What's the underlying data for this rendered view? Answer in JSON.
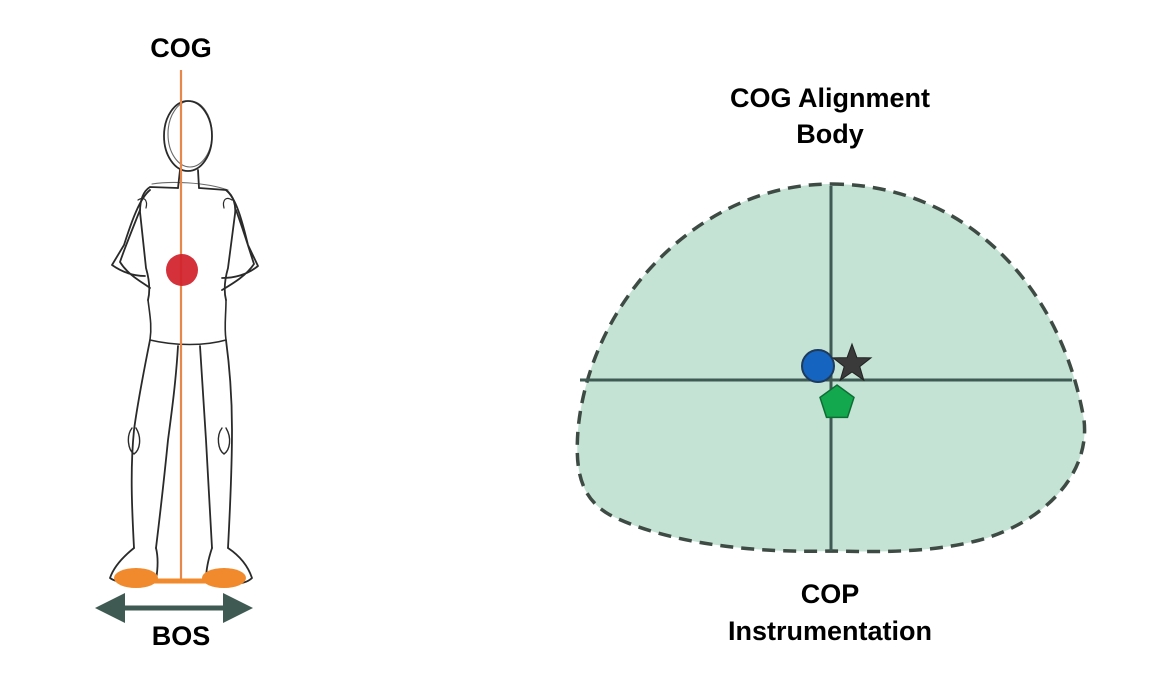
{
  "labels": {
    "cog": "COG",
    "bos": "BOS",
    "alignment_line1": "COG Alignment",
    "alignment_line2": "Body",
    "cop_line1": "COP",
    "cop_line2": "Instrumentation"
  },
  "colors": {
    "plumb_line": "#E8874A",
    "cog_dot": "#D0202A",
    "feet": "#F08A2C",
    "bos_arrow": "#3E5A52",
    "base_fill": "#C4E3D5",
    "base_outline": "#3E4A44",
    "crosshair": "#3E5A52",
    "circle_marker": "#1565C0",
    "star_marker": "#3A3A3A",
    "pentagon_marker": "#13A84E"
  },
  "markers": [
    {
      "shape": "circle",
      "icon": "blue-circle-icon"
    },
    {
      "shape": "star",
      "icon": "star-icon"
    },
    {
      "shape": "pentagon",
      "icon": "green-pentagon-icon"
    }
  ]
}
